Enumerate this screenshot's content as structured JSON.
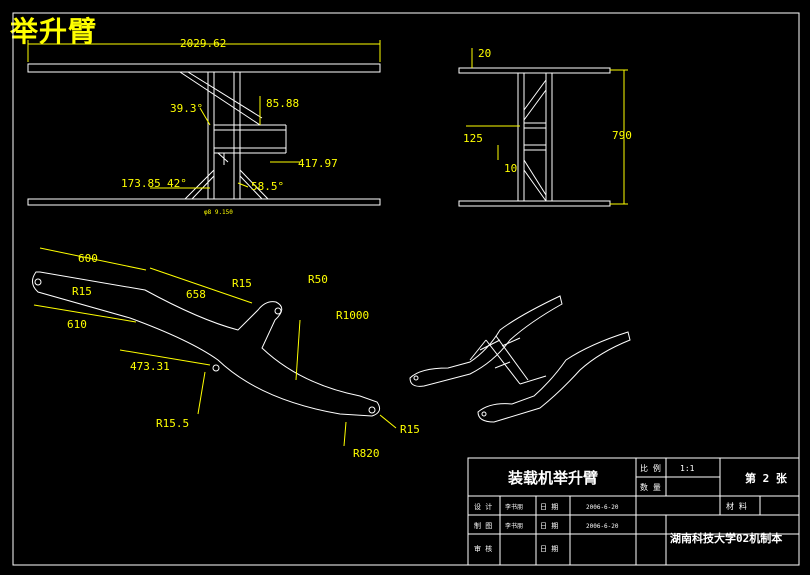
{
  "drawing_title": "举升臂",
  "front_view": {
    "overall_width": "2029.62",
    "angle_top": "39.3°",
    "dim_85": "85.88",
    "dim_417": "417.97",
    "dim_173": "173.85",
    "angle_42": "42°",
    "angle_58": "58.5°",
    "weld_note": "φ8 9.150"
  },
  "side_view": {
    "plate_thickness": "20",
    "overall_height": "790",
    "dim_125": "125",
    "dim_10": "10"
  },
  "arm_view": {
    "dim_600": "600",
    "dim_610": "610",
    "dim_658": "658",
    "dim_473": "473.31",
    "r15_left": "R15",
    "r15_top": "R15",
    "r50": "R50",
    "r1000": "R1000",
    "r15_5": "R15.5",
    "r15_right": "R15",
    "r820": "R820"
  },
  "title_block": {
    "part_name": "装载机举升臂",
    "scale_label": "比 例",
    "scale_value": "1:1",
    "qty_label": "数 量",
    "sheet": "第 2 张",
    "material_label": "材 料",
    "designer_label": "设 计",
    "designer_name": "李书朋",
    "date_label1": "日 期",
    "date1": "2006-6-20",
    "drawn_label": "制 图",
    "drawn_name": "李书朋",
    "date_label2": "日 期",
    "date2": "2006-6-20",
    "review_label": "审 核",
    "date_label3": "日 期",
    "school": "湖南科技大学02机制本"
  }
}
